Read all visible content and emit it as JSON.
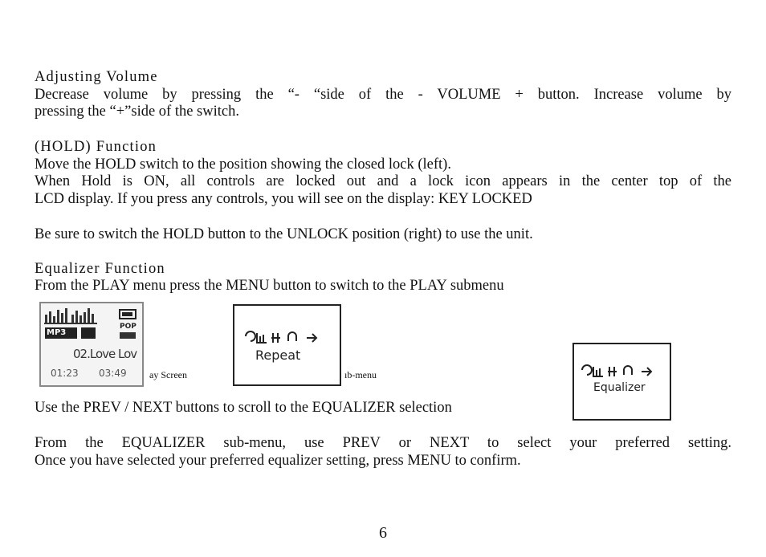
{
  "sections": {
    "volume": {
      "heading": "Adjusting Volume",
      "line1": "Decrease volume by pressing the “- “side of the - VOLUME + button. Increase volume by",
      "line2": "pressing the “+”side of the switch."
    },
    "hold": {
      "heading": "(HOLD) Function",
      "line1": "Move the HOLD switch to the position showing the closed lock (left).",
      "line2": "When Hold is ON, all controls are locked out and a lock icon appears in the center top of the",
      "line3": "LCD display. If you press any controls, you will see on the display: KEY LOCKED",
      "line4": "Be sure to switch the HOLD button to the UNLOCK position (right) to use the unit."
    },
    "equalizer": {
      "heading": "Equalizer Function",
      "line1": "From the PLAY menu press the MENU button to switch to the PLAY submenu",
      "line2": "Use the PREV / NEXT buttons to scroll to the EQUALIZER selection",
      "line3": "From the EQUALIZER sub-menu, use PREV or NEXT to select your preferred setting.",
      "line4": "Once you have selected your preferred equalizer setting, press MENU to confirm."
    }
  },
  "screens": {
    "play": {
      "caption": "ay Screen",
      "format_badge": "MP3",
      "eq_badge": "POP",
      "track": "02.Love Lov",
      "elapsed": "01:23",
      "total": "03:49"
    },
    "submenu": {
      "caption": "ıb-menu",
      "selected": "Repeat"
    },
    "equalizer": {
      "selected": "Equalizer"
    }
  },
  "page_number": "6"
}
